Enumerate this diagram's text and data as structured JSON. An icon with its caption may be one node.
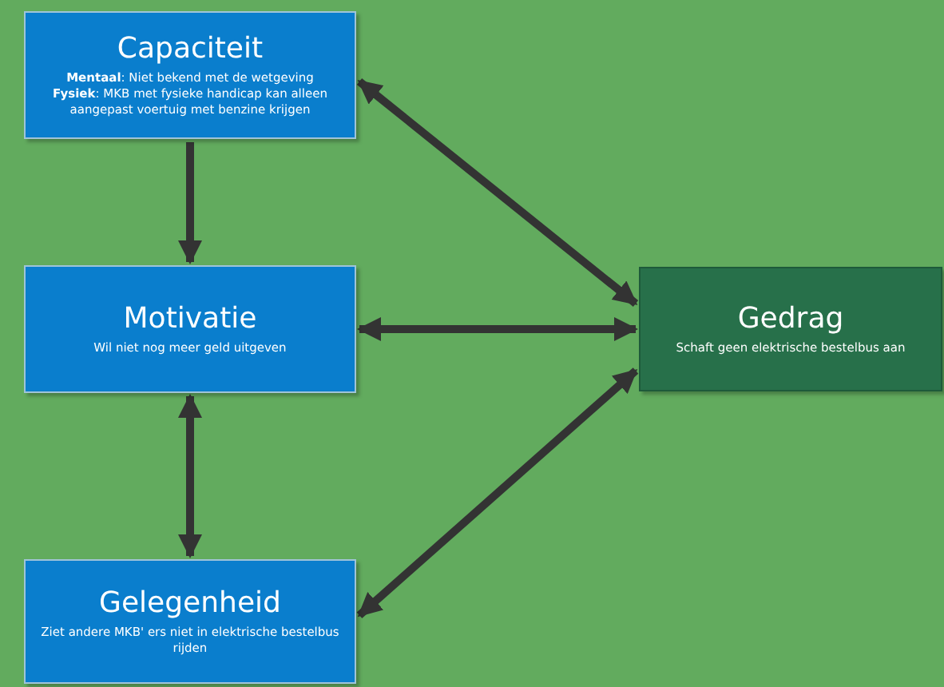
{
  "diagram": {
    "nodes": [
      {
        "text": [
          "Capaciteit",
          "**Mentaal**: Niet bekend met de wetgeving",
          "**Fysiek**: MKB met fysieke handicap kan alleen aangepast voertuig met benzine krijgen"
        ]
      },
      {
        "text": [
          "Motivatie",
          "Wil niet nog meer geld uitgeven"
        ]
      },
      {
        "text": [
          "Gelegenheid",
          "Ziet andere MKB' ers niet in elektrische bestelbus rijden"
        ]
      },
      {
        "text": [
          "Gedrag",
          "Schaft geen elektrische bestelbus aan"
        ]
      }
    ],
    "edges": [
      {
        "from": 0,
        "to": 1,
        "arrow": "to"
      },
      {
        "from": 1,
        "to": 2,
        "arrow": "both"
      },
      {
        "from": 0,
        "to": 3,
        "arrow": "both"
      },
      {
        "from": 1,
        "to": 3,
        "arrow": "both"
      },
      {
        "from": 2,
        "to": 3,
        "arrow": "both"
      }
    ]
  }
}
